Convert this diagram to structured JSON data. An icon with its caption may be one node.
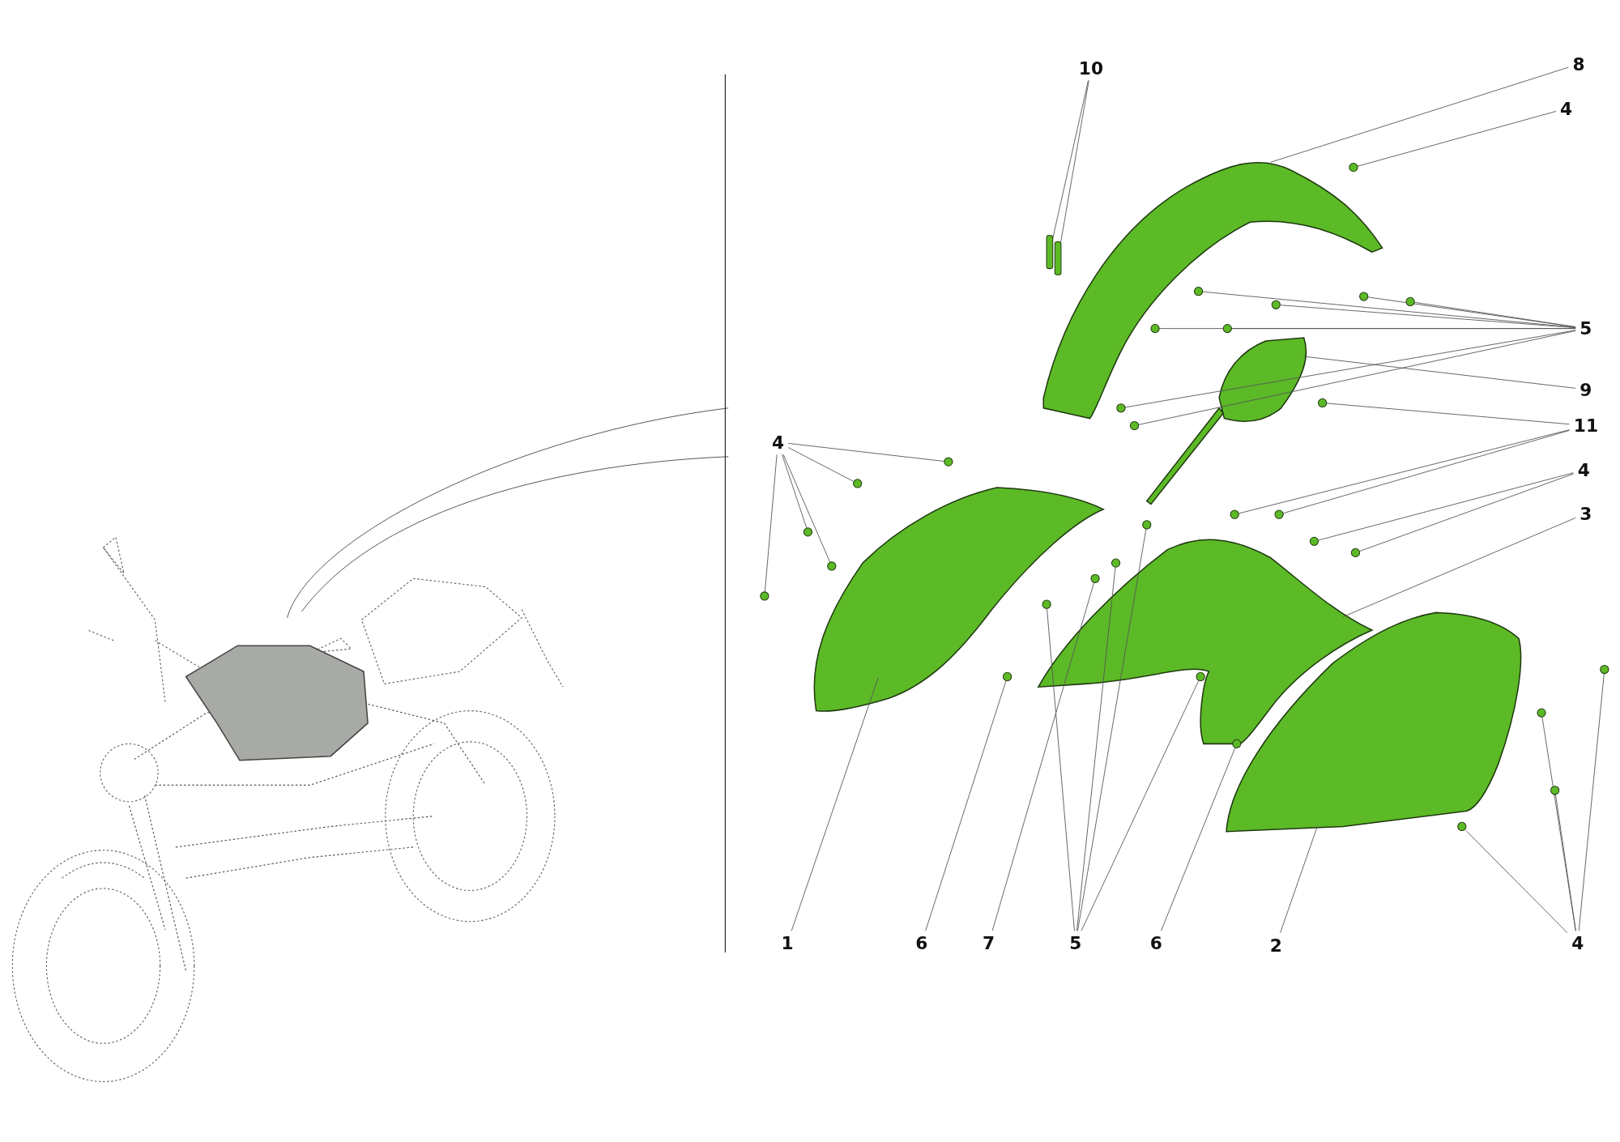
{
  "diagram": {
    "nodes": [
      {
        "text": [
          "10"
        ]
      },
      {
        "text": [
          "8"
        ]
      },
      {
        "text": [
          "4"
        ]
      },
      {
        "text": [
          "5"
        ]
      },
      {
        "text": [
          "9"
        ]
      },
      {
        "text": [
          "11"
        ]
      },
      {
        "text": [
          "4"
        ]
      },
      {
        "text": [
          "4"
        ]
      },
      {
        "text": [
          "3"
        ]
      },
      {
        "text": [
          "1"
        ]
      },
      {
        "text": [
          "6"
        ]
      },
      {
        "text": [
          "7"
        ]
      },
      {
        "text": [
          "5"
        ]
      },
      {
        "text": [
          "6"
        ]
      },
      {
        "text": [
          "2"
        ]
      },
      {
        "text": [
          "4"
        ]
      },
      {
        "text": [],
        "shape": "picture"
      },
      {
        "text": [],
        "shape": "picture"
      },
      {
        "text": [],
        "shape": "picture"
      },
      {
        "text": [],
        "shape": "picture"
      },
      {
        "text": [],
        "shape": "picture"
      },
      {
        "text": [],
        "shape": "circle"
      },
      {
        "text": [],
        "shape": "bar"
      },
      {
        "text": [],
        "shape": "bar"
      },
      {
        "text": [],
        "shape": "circle"
      },
      {
        "text": [],
        "shape": "circle"
      },
      {
        "text": [],
        "shape": "circle"
      },
      {
        "text": [],
        "shape": "circle"
      },
      {
        "text": [],
        "shape": "circle"
      },
      {
        "text": [],
        "shape": "circle"
      },
      {
        "text": [],
        "shape": "circle"
      },
      {
        "text": [],
        "shape": "circle"
      },
      {
        "text": [],
        "shape": "circle"
      },
      {
        "text": [],
        "shape": "circle"
      },
      {
        "text": [],
        "shape": "circle"
      },
      {
        "text": [],
        "shape": "circle"
      },
      {
        "text": [],
        "shape": "circle"
      },
      {
        "text": [],
        "shape": "circle"
      },
      {
        "text": [],
        "shape": "circle"
      },
      {
        "text": [],
        "shape": "circle"
      },
      {
        "text": [],
        "shape": "circle"
      },
      {
        "text": [],
        "shape": "circle"
      },
      {
        "text": [],
        "shape": "circle"
      },
      {
        "text": [],
        "shape": "circle"
      },
      {
        "text": [],
        "shape": "circle"
      },
      {
        "text": [],
        "shape": "circle"
      },
      {
        "text": [],
        "shape": "circle"
      },
      {
        "text": [],
        "shape": "circle"
      },
      {
        "text": [],
        "shape": "circle"
      },
      {
        "text": [],
        "shape": "circle"
      },
      {
        "text": [],
        "shape": "circle"
      },
      {
        "text": [],
        "shape": "circle"
      },
      {
        "text": [],
        "shape": "circle"
      }
    ],
    "edges": [
      {
        "from": 0,
        "to": 22,
        "arrow": "none"
      },
      {
        "from": 0,
        "to": 23,
        "arrow": "none"
      },
      {
        "from": 1,
        "to": 16,
        "arrow": "none"
      },
      {
        "from": 2,
        "to": 21,
        "arrow": "none"
      },
      {
        "from": 3,
        "to": 24,
        "arrow": "none"
      },
      {
        "from": 3,
        "to": 27,
        "arrow": "none"
      },
      {
        "from": 3,
        "to": 25,
        "arrow": "none"
      },
      {
        "from": 3,
        "to": 26,
        "arrow": "none"
      },
      {
        "from": 3,
        "to": 28,
        "arrow": "none"
      },
      {
        "from": 3,
        "to": 29,
        "arrow": "none"
      },
      {
        "from": 3,
        "to": 31,
        "arrow": "none"
      },
      {
        "from": 3,
        "to": 32,
        "arrow": "none"
      },
      {
        "from": 4,
        "to": 20,
        "arrow": "none"
      },
      {
        "from": 5,
        "to": 30,
        "arrow": "none"
      },
      {
        "from": 5,
        "to": 34,
        "arrow": "none"
      },
      {
        "from": 5,
        "to": 35,
        "arrow": "none"
      },
      {
        "from": 6,
        "to": 33,
        "arrow": "none"
      },
      {
        "from": 6,
        "to": 36,
        "arrow": "none"
      },
      {
        "from": 6,
        "to": 37,
        "arrow": "none"
      },
      {
        "from": 6,
        "to": 41,
        "arrow": "none"
      },
      {
        "from": 6,
        "to": 43,
        "arrow": "none"
      },
      {
        "from": 7,
        "to": 38,
        "arrow": "none"
      },
      {
        "from": 7,
        "to": 39,
        "arrow": "none"
      },
      {
        "from": 8,
        "to": 18,
        "arrow": "none"
      },
      {
        "from": 9,
        "to": 17,
        "arrow": "none"
      },
      {
        "from": 10,
        "to": 47,
        "arrow": "none"
      },
      {
        "from": 11,
        "to": 42,
        "arrow": "none"
      },
      {
        "from": 12,
        "to": 45,
        "arrow": "none"
      },
      {
        "from": 12,
        "to": 40,
        "arrow": "none"
      },
      {
        "from": 12,
        "to": 44,
        "arrow": "none"
      },
      {
        "from": 12,
        "to": 48,
        "arrow": "none"
      },
      {
        "from": 13,
        "to": 50,
        "arrow": "none"
      },
      {
        "from": 14,
        "to": 19,
        "arrow": "none"
      },
      {
        "from": 15,
        "to": 46,
        "arrow": "none"
      },
      {
        "from": 15,
        "to": 49,
        "arrow": "none"
      },
      {
        "from": 15,
        "to": 51,
        "arrow": "none"
      },
      {
        "from": 15,
        "to": 52,
        "arrow": "none"
      }
    ]
  }
}
